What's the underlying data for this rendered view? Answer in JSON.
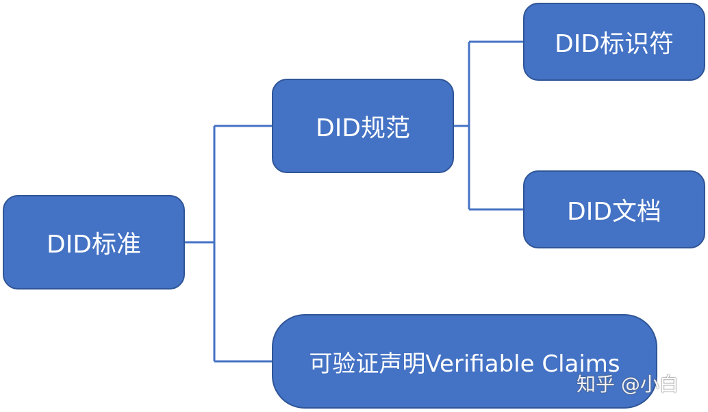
{
  "diagram": {
    "root": {
      "label": "DID标准"
    },
    "spec": {
      "label": "DID规范"
    },
    "identifier": {
      "label": "DID标识符"
    },
    "document": {
      "label": "DID文档"
    },
    "claims": {
      "label": "可验证声明Verifiable Claims"
    }
  },
  "watermark": {
    "text": "知乎 @小白"
  },
  "colors": {
    "node_fill": "#4472c4",
    "node_border": "#2f5597",
    "connector": "#4472c4",
    "text": "#ffffff"
  }
}
